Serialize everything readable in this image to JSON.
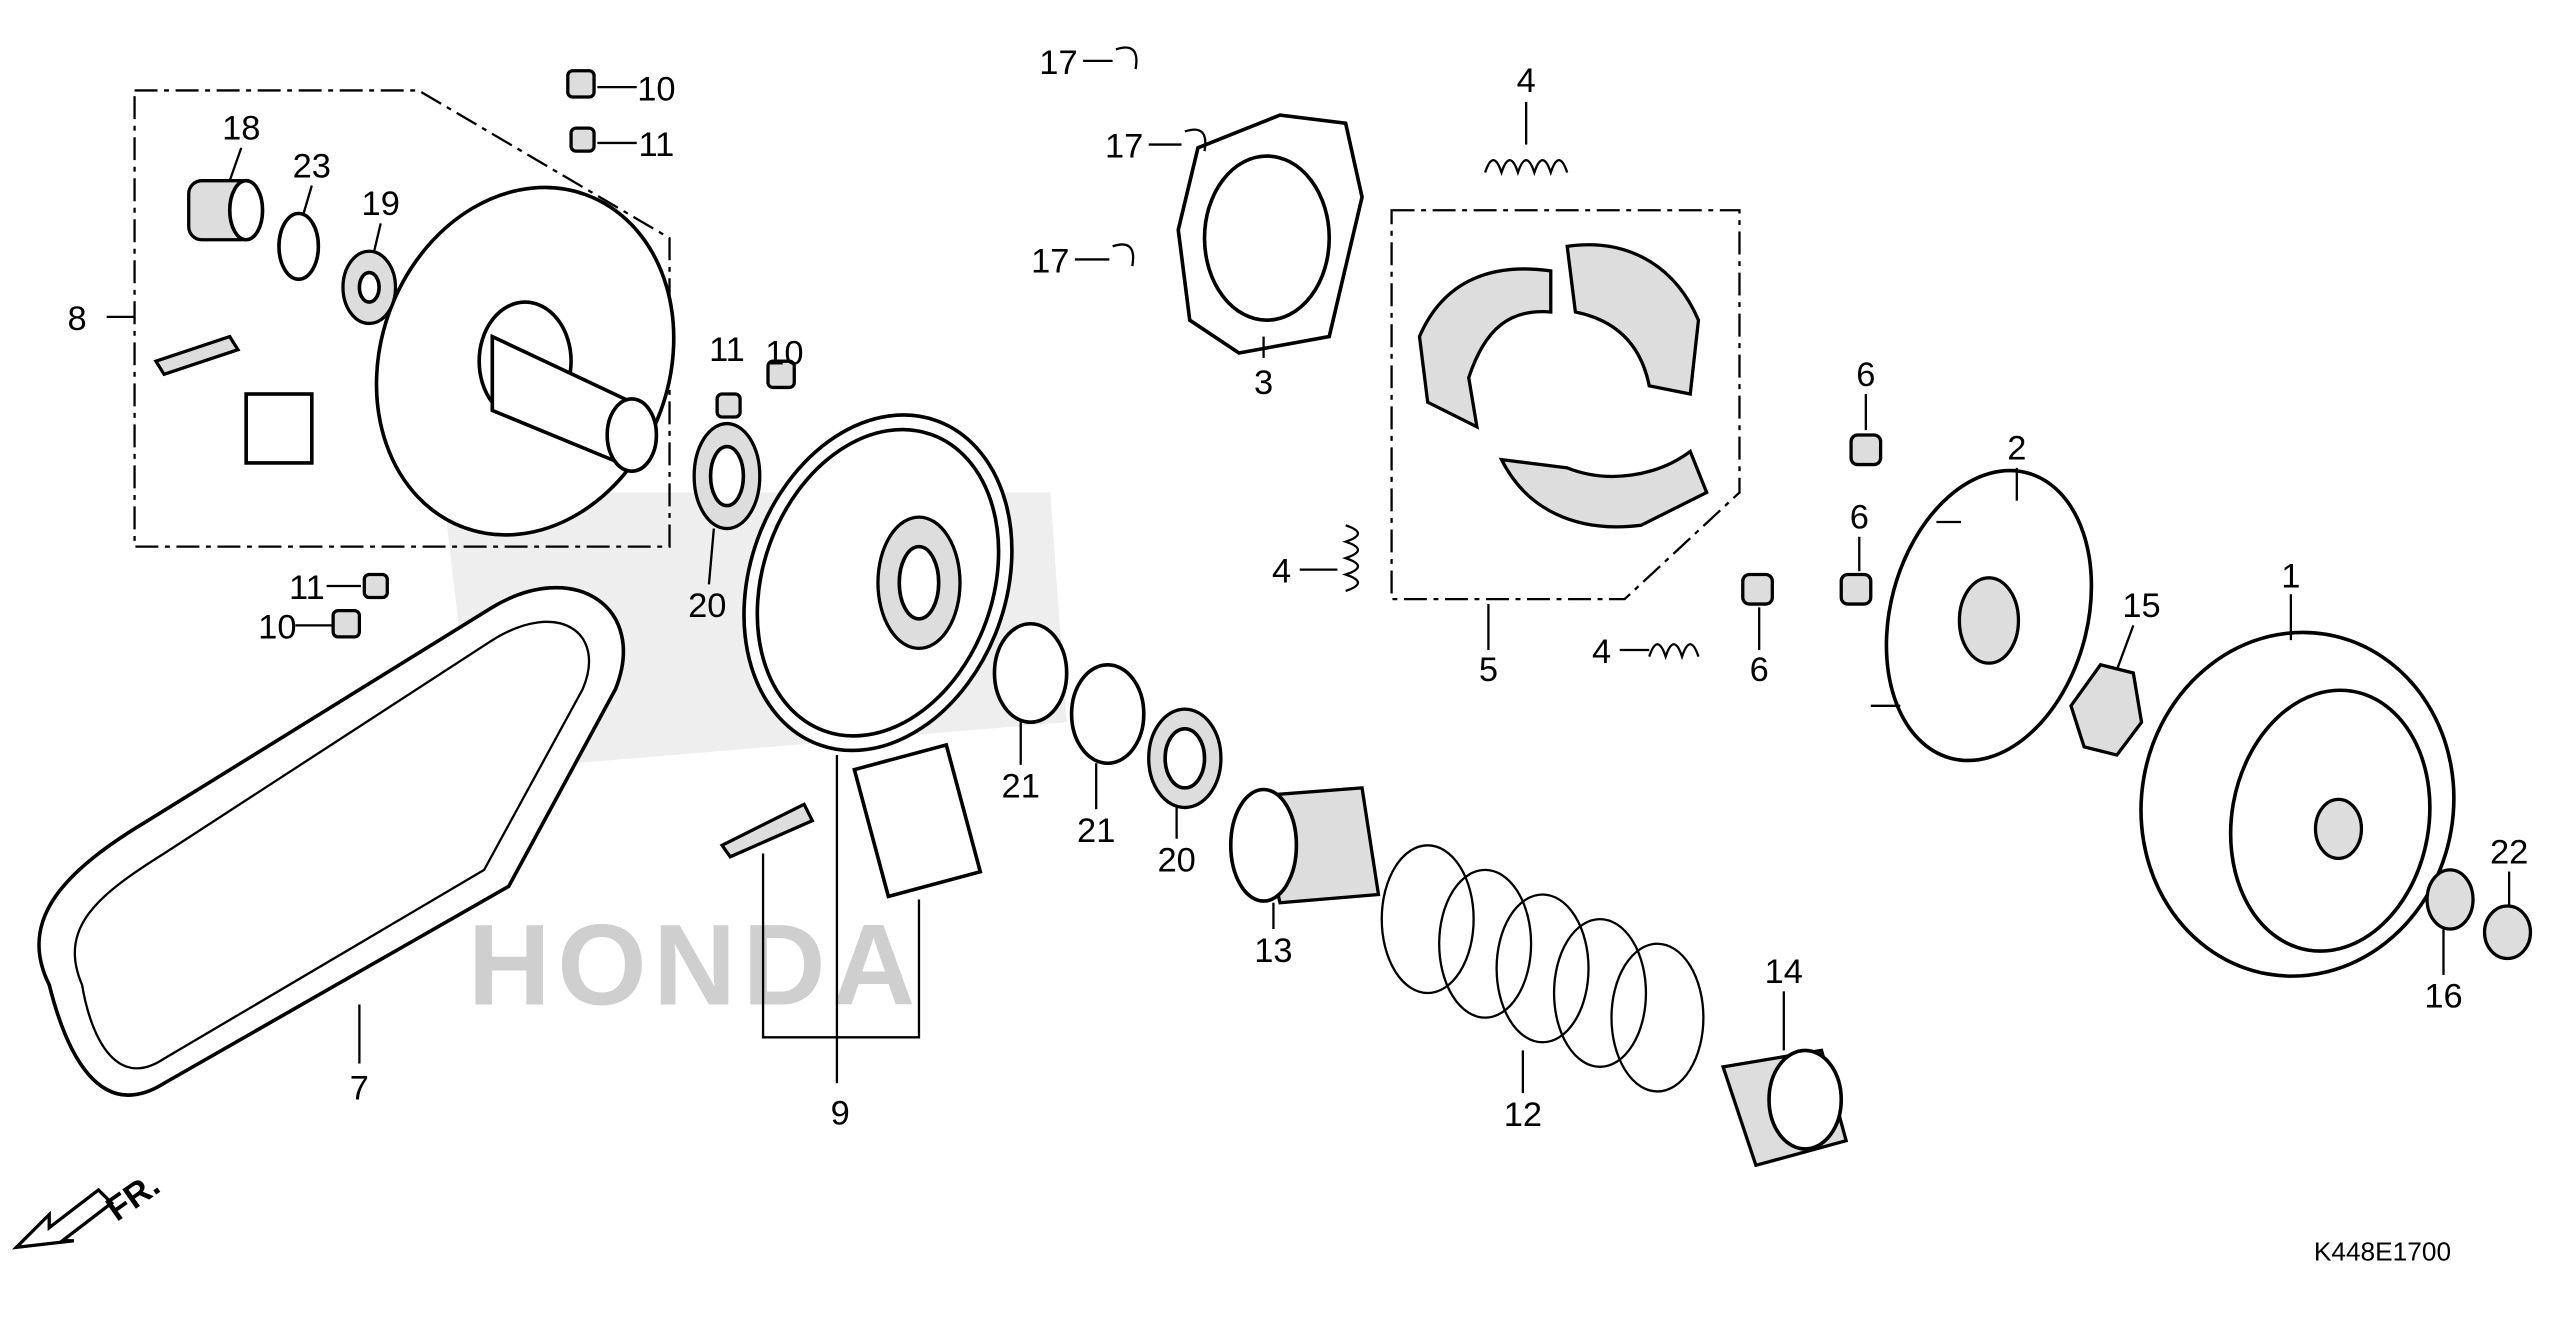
{
  "diagram_code": "K448E1700",
  "direction_label": "FR.",
  "watermark": "HONDA",
  "callouts": [
    "1",
    "2",
    "3",
    "4",
    "4",
    "4",
    "5",
    "6",
    "6",
    "6",
    "7",
    "8",
    "9",
    "10",
    "10",
    "10",
    "11",
    "11",
    "11",
    "12",
    "13",
    "14",
    "15",
    "16",
    "17",
    "17",
    "17",
    "18",
    "19",
    "20",
    "20",
    "21",
    "21",
    "22",
    "23"
  ]
}
